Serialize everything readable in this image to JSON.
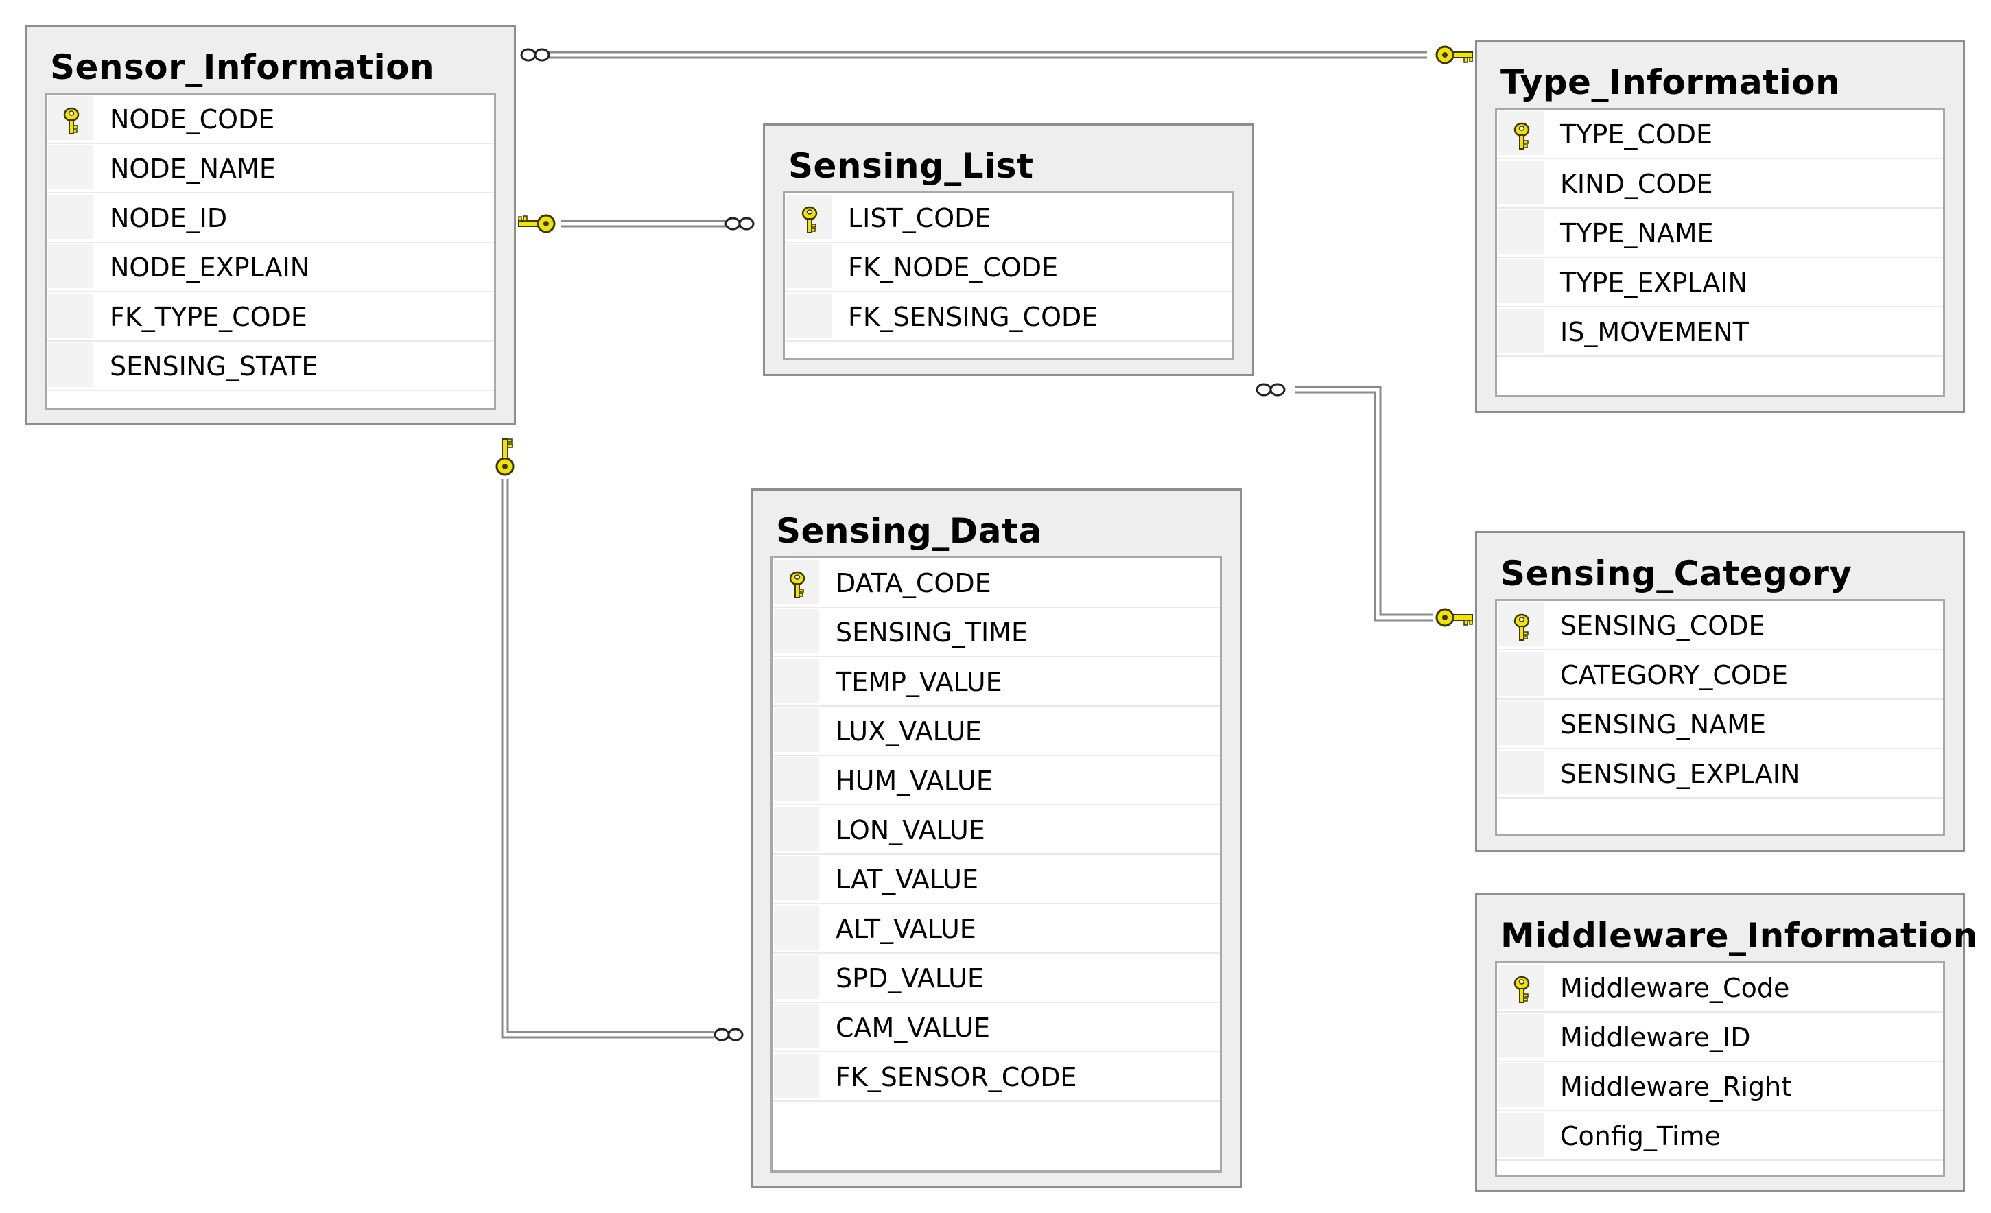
{
  "diagram": {
    "tables": [
      {
        "id": "sensor_information",
        "name": "Sensor_Information",
        "columns": [
          {
            "name": "NODE_CODE",
            "primary_key": true
          },
          {
            "name": "NODE_NAME",
            "primary_key": false
          },
          {
            "name": "NODE_ID",
            "primary_key": false
          },
          {
            "name": "NODE_EXPLAIN",
            "primary_key": false
          },
          {
            "name": "FK_TYPE_CODE",
            "primary_key": false
          },
          {
            "name": "SENSING_STATE",
            "primary_key": false
          }
        ]
      },
      {
        "id": "sensing_list",
        "name": "Sensing_List",
        "columns": [
          {
            "name": "LIST_CODE",
            "primary_key": true
          },
          {
            "name": "FK_NODE_CODE",
            "primary_key": false
          },
          {
            "name": "FK_SENSING_CODE",
            "primary_key": false
          }
        ]
      },
      {
        "id": "type_information",
        "name": "Type_Information",
        "columns": [
          {
            "name": "TYPE_CODE",
            "primary_key": true
          },
          {
            "name": "KIND_CODE",
            "primary_key": false
          },
          {
            "name": "TYPE_NAME",
            "primary_key": false
          },
          {
            "name": "TYPE_EXPLAIN",
            "primary_key": false
          },
          {
            "name": "IS_MOVEMENT",
            "primary_key": false
          }
        ]
      },
      {
        "id": "sensing_data",
        "name": "Sensing_Data",
        "columns": [
          {
            "name": "DATA_CODE",
            "primary_key": true
          },
          {
            "name": "SENSING_TIME",
            "primary_key": false
          },
          {
            "name": "TEMP_VALUE",
            "primary_key": false
          },
          {
            "name": "LUX_VALUE",
            "primary_key": false
          },
          {
            "name": "HUM_VALUE",
            "primary_key": false
          },
          {
            "name": "LON_VALUE",
            "primary_key": false
          },
          {
            "name": "LAT_VALUE",
            "primary_key": false
          },
          {
            "name": "ALT_VALUE",
            "primary_key": false
          },
          {
            "name": "SPD_VALUE",
            "primary_key": false
          },
          {
            "name": "CAM_VALUE",
            "primary_key": false
          },
          {
            "name": "FK_SENSOR_CODE",
            "primary_key": false
          }
        ]
      },
      {
        "id": "sensing_category",
        "name": "Sensing_Category",
        "columns": [
          {
            "name": "SENSING_CODE",
            "primary_key": true
          },
          {
            "name": "CATEGORY_CODE",
            "primary_key": false
          },
          {
            "name": "SENSING_NAME",
            "primary_key": false
          },
          {
            "name": "SENSING_EXPLAIN",
            "primary_key": false
          }
        ]
      },
      {
        "id": "middleware_information",
        "name": "Middleware_Information",
        "columns": [
          {
            "name": "Middleware_Code",
            "primary_key": true
          },
          {
            "name": "Middleware_ID",
            "primary_key": false
          },
          {
            "name": "Middleware_Right",
            "primary_key": false
          },
          {
            "name": "Config_Time",
            "primary_key": false
          }
        ]
      }
    ],
    "relationships": [
      {
        "one": "type_information",
        "many": "sensor_information"
      },
      {
        "one": "sensor_information",
        "many": "sensing_list"
      },
      {
        "one": "sensing_category",
        "many": "sensing_list"
      },
      {
        "one": "sensor_information",
        "many": "sensing_data"
      }
    ],
    "colors": {
      "key_fill": "#f4e300",
      "key_stroke": "#3a3a00",
      "connector": "#8a8a8a"
    }
  }
}
